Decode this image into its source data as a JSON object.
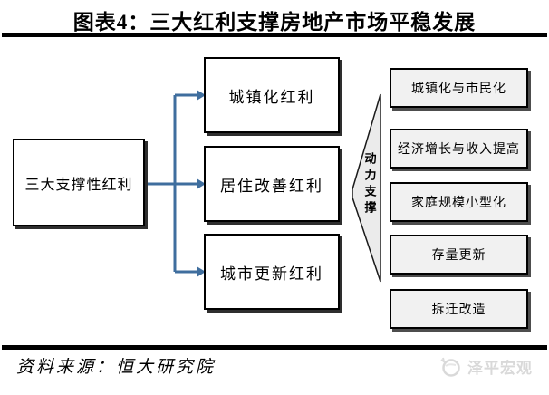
{
  "title": "图表4：三大红利支撑房地产市场平稳发展",
  "diagram": {
    "root_box": "三大支撑性红利",
    "dividend_boxes": [
      "城镇化红利",
      "居住改善红利",
      "城市更新红利"
    ],
    "support_arrow_label": "动力支撑",
    "driver_boxes": [
      "城镇化与市民化",
      "经济增长与收入提高",
      "家庭规模小型化",
      "存量更新",
      "拆迁改造"
    ]
  },
  "footer": {
    "source": "资料来源：恒大研究院",
    "watermark": "泽平宏观"
  },
  "colors": {
    "connector": "#3f6e9e",
    "box_border": "#000000",
    "driver_box_fill": "#f1f1f1",
    "arrow_fill": "#ebebeb",
    "divider": "#000000",
    "watermark": "#d9d9d9"
  }
}
